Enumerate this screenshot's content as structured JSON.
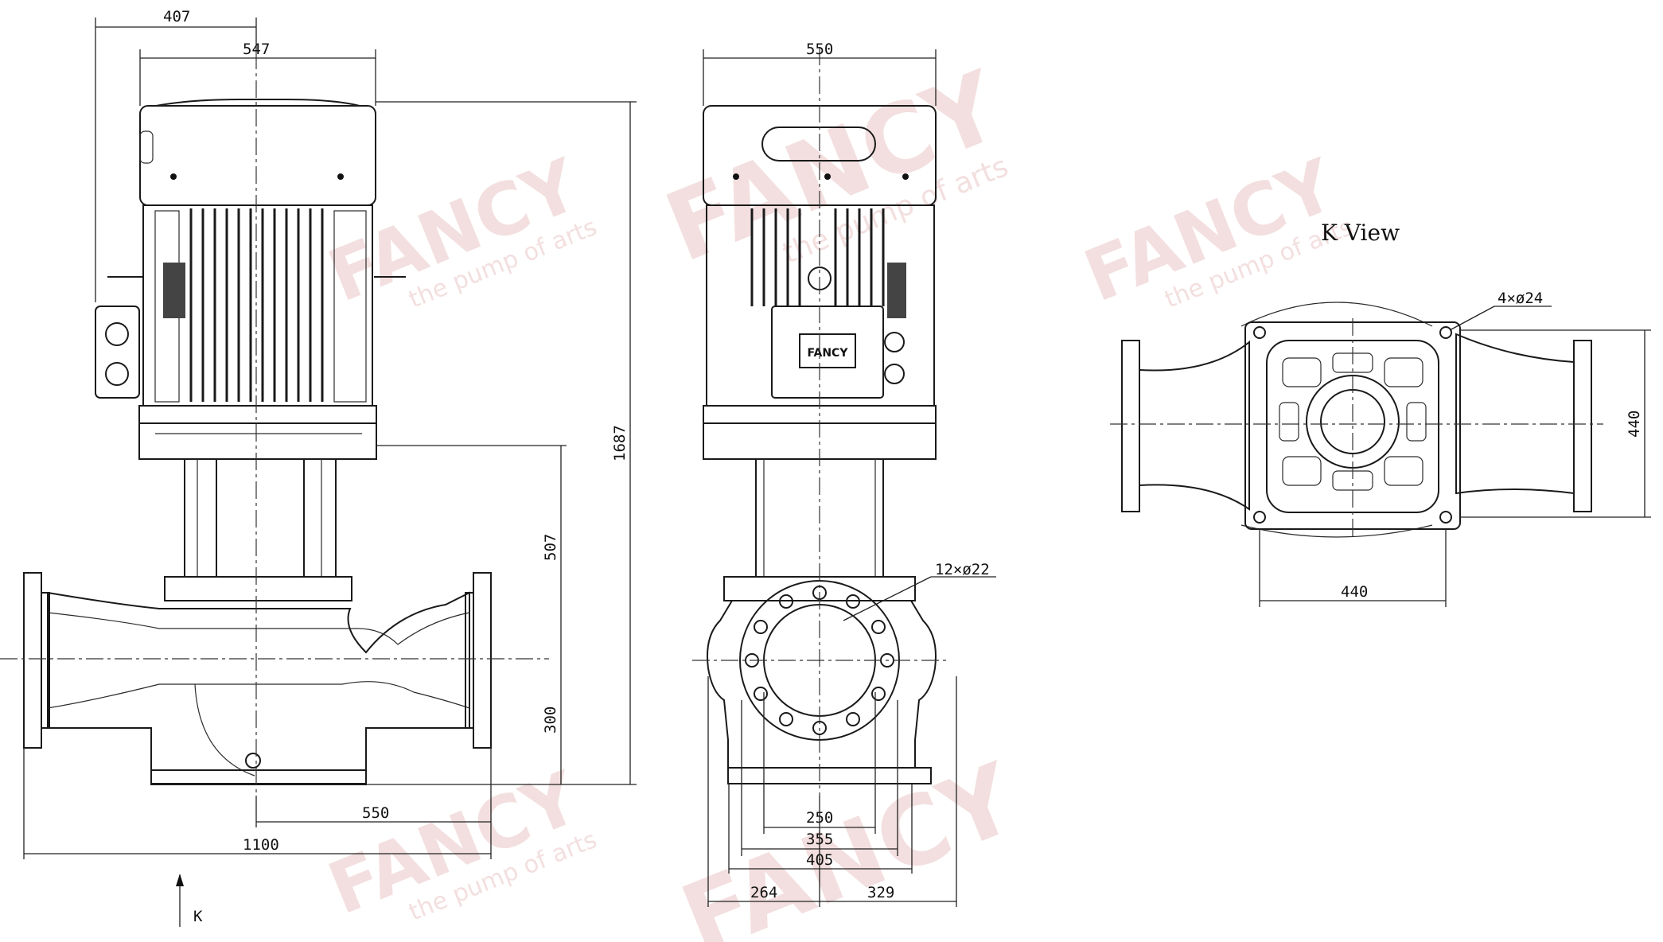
{
  "views": {
    "front": {
      "dims": {
        "motor_offset": "407",
        "motor_width": "547",
        "total_height": "1687",
        "upper_height": "507",
        "axis_height": "300",
        "half_length": "550",
        "total_length": "1100",
        "k_label": "K"
      }
    },
    "side": {
      "dims": {
        "motor_width": "550",
        "flange_bolts": "12×ø22",
        "d250": "250",
        "d355": "355",
        "d405": "405",
        "left_264": "264",
        "right_329": "329"
      },
      "nameplate_brand": "FANCY"
    },
    "kview": {
      "title": "K View",
      "base_bolts": "4×ø24",
      "dim_height": "440",
      "dim_width": "440"
    }
  },
  "watermark": {
    "brand": "FANCY",
    "tagline": "the pump of arts",
    "color": "#e8c0c0"
  }
}
